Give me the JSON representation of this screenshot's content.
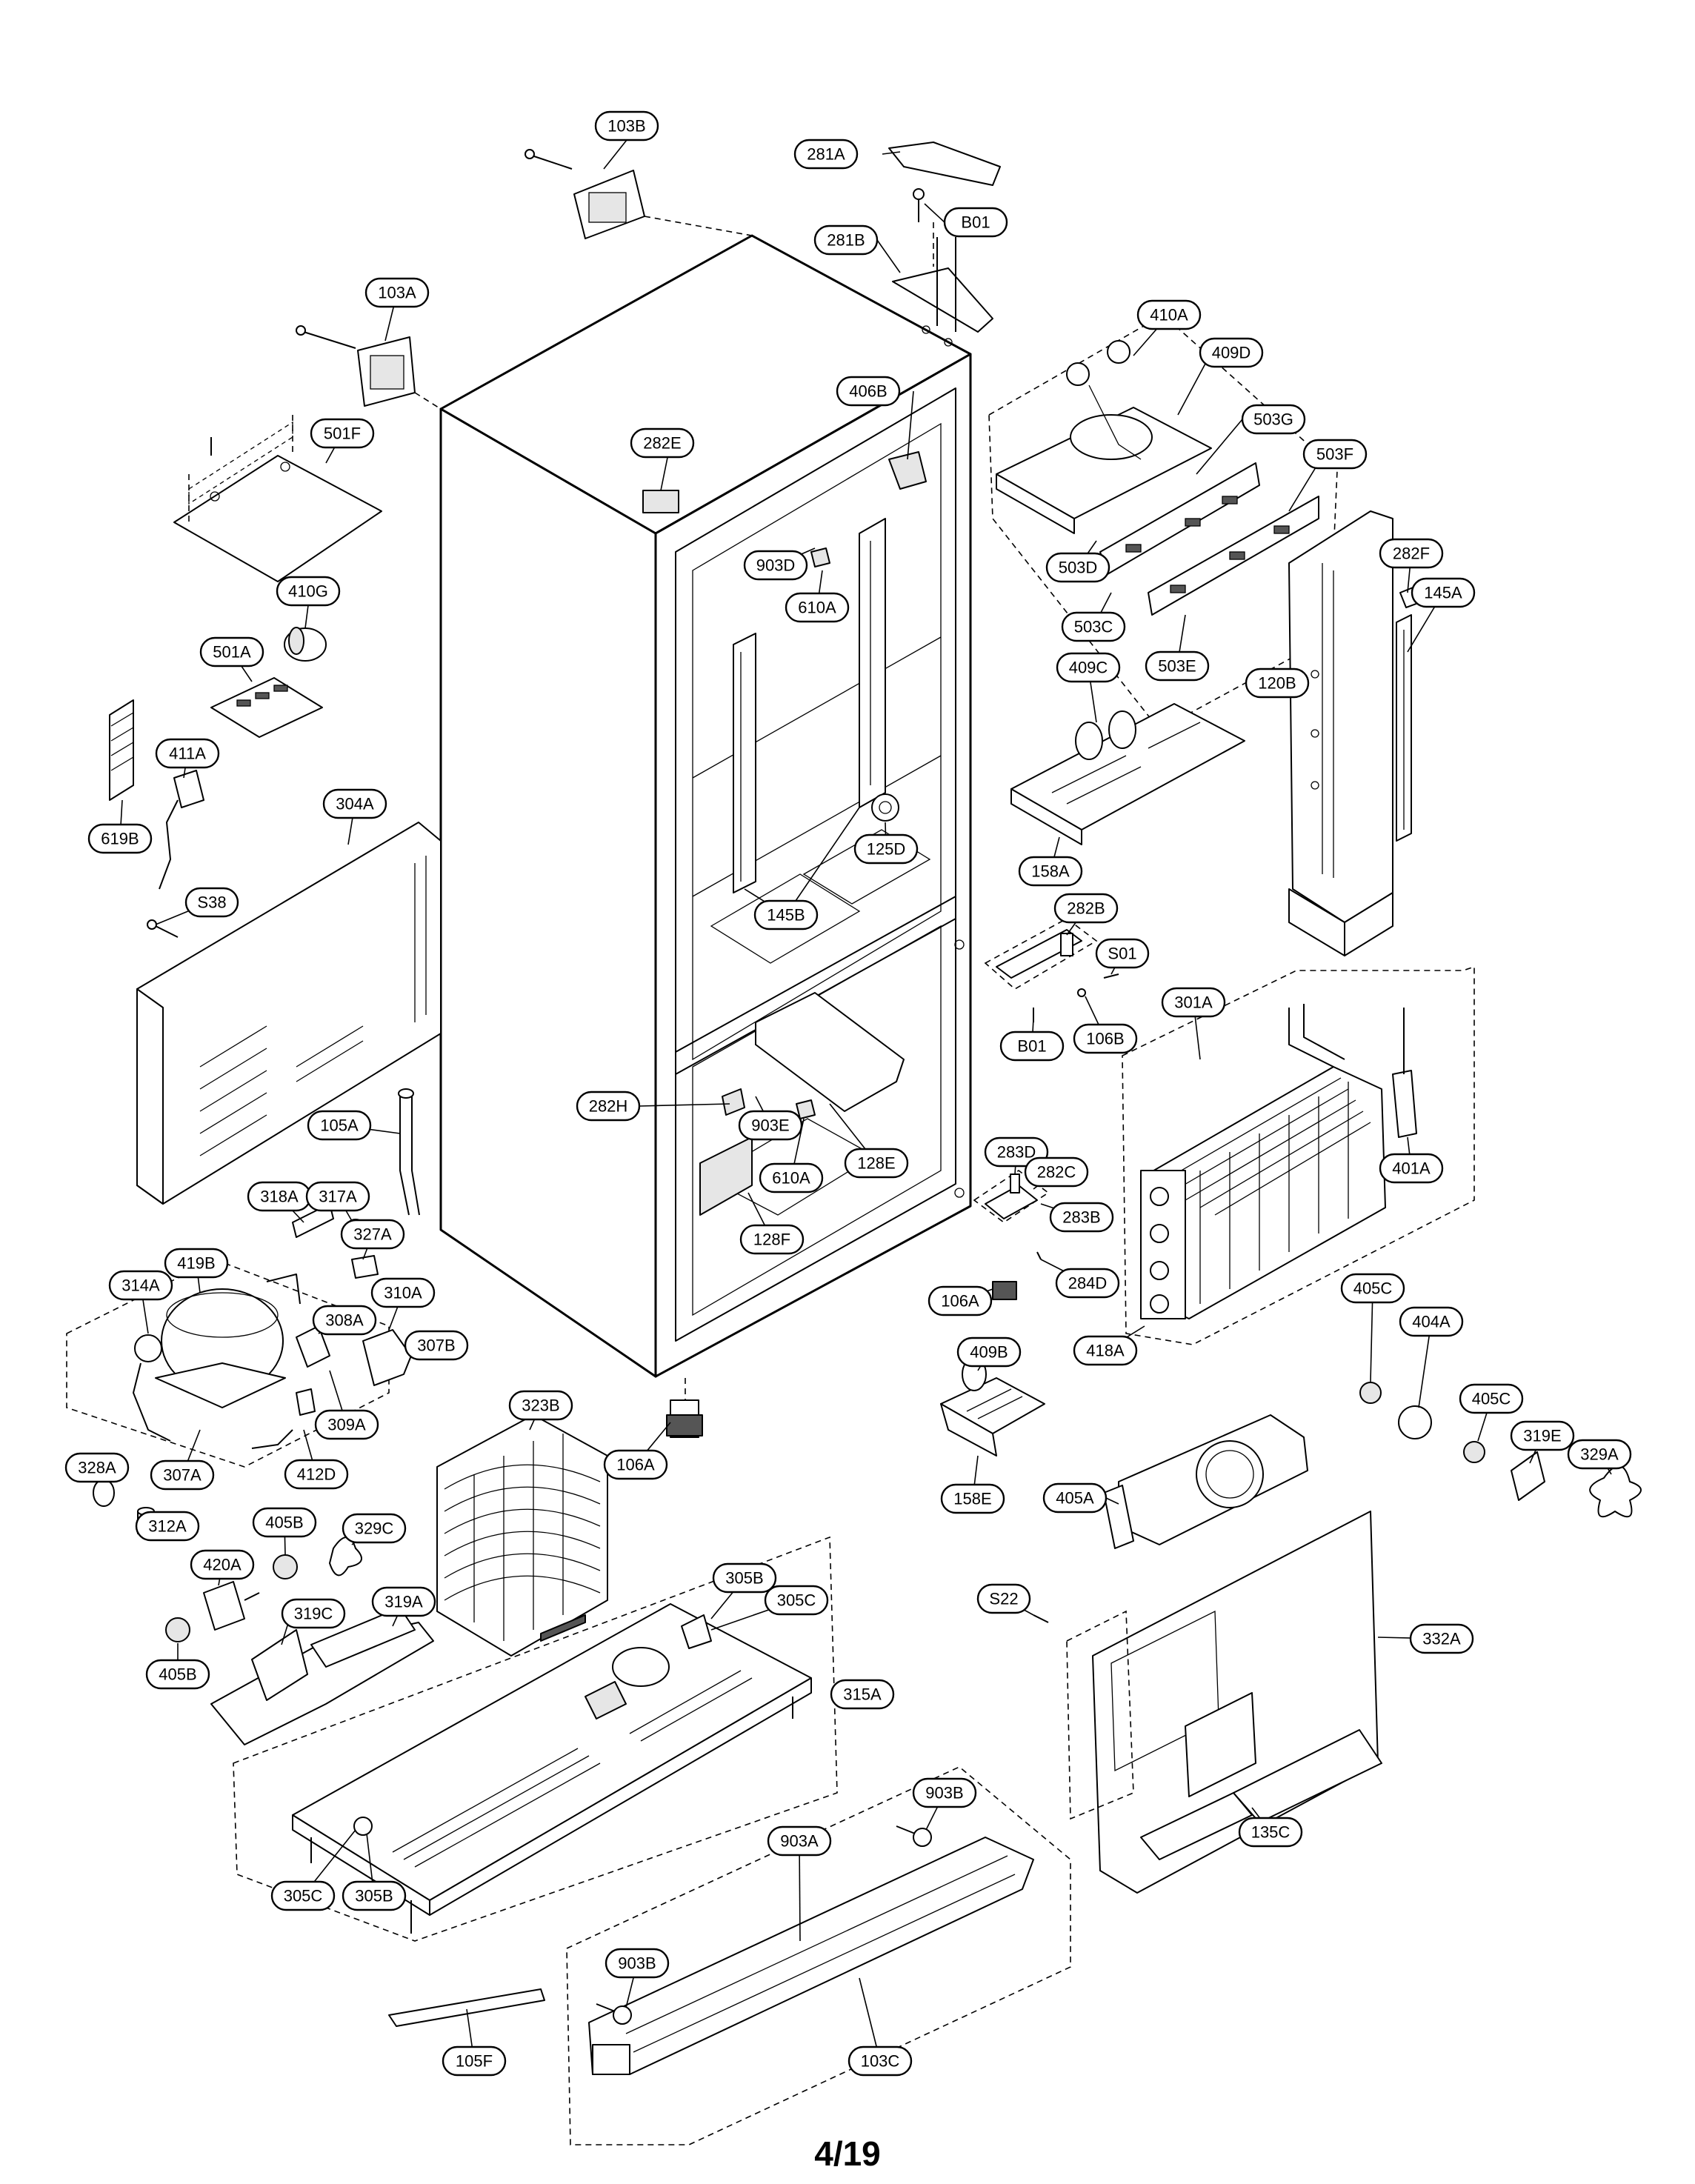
{
  "page_number": "4/19",
  "labels": {
    "l103B": "103B",
    "l281A": "281A",
    "lB01a": "B01",
    "l281B": "281B",
    "l103A": "103A",
    "l410A": "410A",
    "l409D": "409D",
    "l406B": "406B",
    "l282E": "282E",
    "l501F": "501F",
    "l503G": "503G",
    "l503F": "503F",
    "l903Da": "903D",
    "l610Aa": "610A",
    "l503D": "503D",
    "l282F": "282F",
    "l145Aa": "145A",
    "l410G": "410G",
    "l503C": "503C",
    "l503E": "503E",
    "l501A": "501A",
    "l409C": "409C",
    "l120B": "120B",
    "l411A": "411A",
    "l304A": "304A",
    "l125D": "125D",
    "l619B": "619B",
    "l158A": "158A",
    "l145B": "145B",
    "lS38": "S38",
    "l282B": "282B",
    "lS01": "S01",
    "l301A": "301A",
    "lB01b": "B01",
    "l106Ba": "106B",
    "l282H": "282H",
    "l903E": "903E",
    "l105A": "105A",
    "l610Ab": "610A",
    "l128E": "128E",
    "l401A": "401A",
    "l283D": "283D",
    "l282C": "282C",
    "l283B": "283B",
    "l318A": "318A",
    "l317A": "317A",
    "l128F": "128F",
    "l327A": "327A",
    "l284D": "284D",
    "l419B": "419B",
    "l314A": "314A",
    "l310A": "310A",
    "l106Aa": "106A",
    "l405Ca": "405C",
    "l308A": "308A",
    "l307B": "307B",
    "l418A": "418A",
    "l404A": "404A",
    "l405Cb": "405C",
    "l323B": "323B",
    "l309A": "309A",
    "l319E": "319E",
    "l329A": "329A",
    "l409B": "409B",
    "l328A": "328A",
    "l106Ab": "106A",
    "l307A": "307A",
    "l412D": "412D",
    "l405A": "405A",
    "l158E": "158E",
    "l312A": "312A",
    "l405Ba": "405B",
    "l329C": "329C",
    "l420A": "420A",
    "l305Ba": "305B",
    "l319C": "319C",
    "l319A": "319A",
    "l305Ca": "305C",
    "l405Bb": "405B",
    "lS22": "S22",
    "l332A": "332A",
    "l315A": "315A",
    "l903Ba": "903B",
    "l135C": "135C",
    "l903A": "903A",
    "l305Cb": "305C",
    "l305Bb": "305B",
    "l903Bb": "903B",
    "l105F": "105F",
    "l103C": "103C"
  }
}
